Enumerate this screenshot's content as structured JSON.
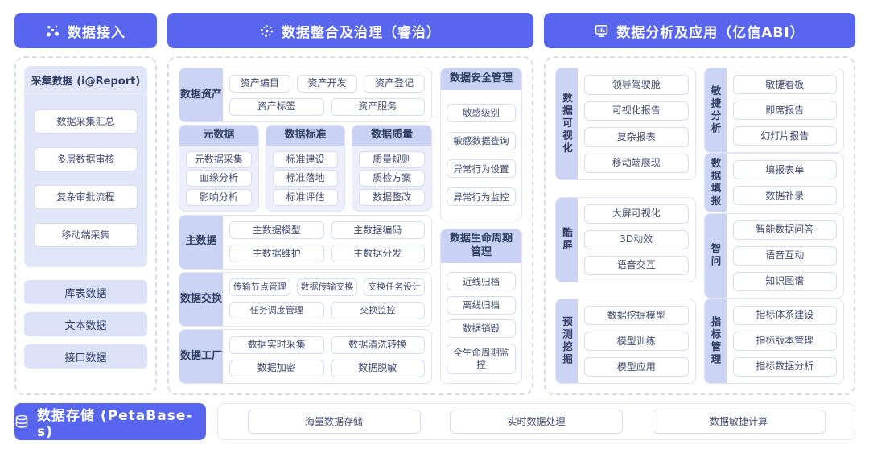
{
  "colors": {
    "banner_blue": "#5866ef",
    "label_lavender": "#ccd4f6",
    "panel_tint": "#e1e6f8",
    "pill_bg": "#dce2f7"
  },
  "headers": {
    "access": {
      "label": "数据接入",
      "icon": "cluster-icon"
    },
    "governance": {
      "label": "数据整合及治理（睿治）",
      "icon": "dots-swirl-icon"
    },
    "analysis": {
      "label": "数据分析及应用（亿信ABI）",
      "icon": "monitor-chart-icon"
    }
  },
  "panel_access": {
    "collect": {
      "title": "采集数据 (i@Report)",
      "items": [
        "数据采集汇总",
        "多层数据审核",
        "复杂审批流程",
        "移动端采集"
      ]
    },
    "pills": [
      "库表数据",
      "文本数据",
      "接口数据"
    ]
  },
  "panel_governance": {
    "asset": {
      "label": "数据资产",
      "row1": [
        "资产编目",
        "资产开发",
        "资产登记"
      ],
      "row2": [
        "资产标签",
        "资产服务"
      ]
    },
    "meta": {
      "title": "元数据",
      "items": [
        "元数据采集",
        "血缘分析",
        "影响分析"
      ]
    },
    "standard": {
      "title": "数据标准",
      "items": [
        "标准建设",
        "标准落地",
        "标准评估"
      ]
    },
    "quality": {
      "title": "数据质量",
      "items": [
        "质量规则",
        "质检方案",
        "数据整改"
      ]
    },
    "master": {
      "label": "主数据",
      "row1": [
        "主数据模型",
        "主数据编码"
      ],
      "row2": [
        "主数据维护",
        "主数据分发"
      ]
    },
    "exchange": {
      "label": "数据交换",
      "row1": [
        "传输节点管理",
        "数据传输交换",
        "交换任务设计"
      ],
      "row2": [
        "任务调度管理",
        "交换监控"
      ]
    },
    "factory": {
      "label": "数据工厂",
      "row1": [
        "数据实时采集",
        "数据清洗转换"
      ],
      "row2": [
        "数据加密",
        "数据脱敏"
      ]
    },
    "security": {
      "title": "数据安全管理",
      "items": [
        "敏感级别",
        "敏感数据查询",
        "异常行为设置",
        "异常行为监控"
      ]
    },
    "lifecycle": {
      "title": "数据生命周期管理",
      "items": [
        "近线归档",
        "离线归档",
        "数据销毁",
        "全生命周期监控"
      ]
    }
  },
  "panel_analysis": {
    "visualization": {
      "label": "数据可视化",
      "items": [
        "领导驾驶舱",
        "可视化报告",
        "复杂报表",
        "移动端展现"
      ]
    },
    "coolscreen": {
      "label": "酷屏",
      "items": [
        "大屏可视化",
        "3D动效",
        "语音交互"
      ]
    },
    "prediction": {
      "label": "预测挖掘",
      "items": [
        "数据挖掘模型",
        "模型训练",
        "模型应用"
      ]
    },
    "agile": {
      "label": "敏捷分析",
      "items": [
        "敏捷看板",
        "即席报告",
        "幻灯片报告"
      ]
    },
    "filling": {
      "label": "数据填报",
      "items": [
        "填报表单",
        "数据补录"
      ]
    },
    "qa": {
      "label": "智问",
      "items": [
        "智能数据问答",
        "语音互动",
        "知识图谱"
      ]
    },
    "indicator": {
      "label": "指标管理",
      "items": [
        "指标体系建设",
        "指标版本管理",
        "指标数据分析"
      ]
    }
  },
  "storage": {
    "label": "数据存储 (PetaBase-s)",
    "icon": "database-icon",
    "items": [
      "海量数据存储",
      "实时数据处理",
      "数据敏捷计算"
    ]
  }
}
